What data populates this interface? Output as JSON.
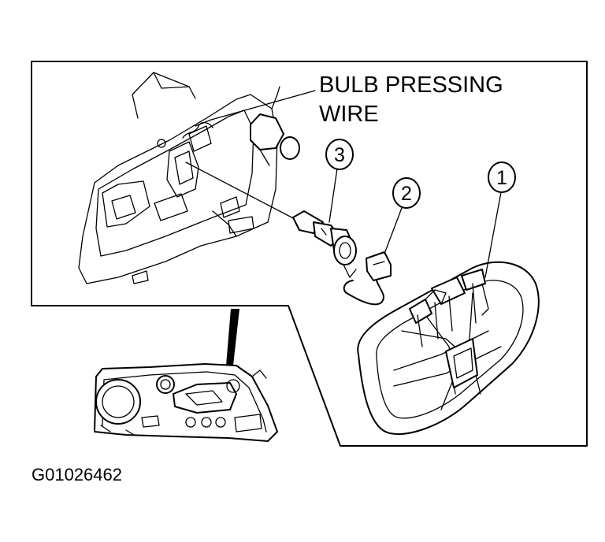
{
  "callout": {
    "line1": "BULB PRESSING",
    "line2": "WIRE"
  },
  "parts": [
    {
      "number": "1"
    },
    {
      "number": "2"
    },
    {
      "number": "3"
    }
  ],
  "figure_id": "G01026462"
}
